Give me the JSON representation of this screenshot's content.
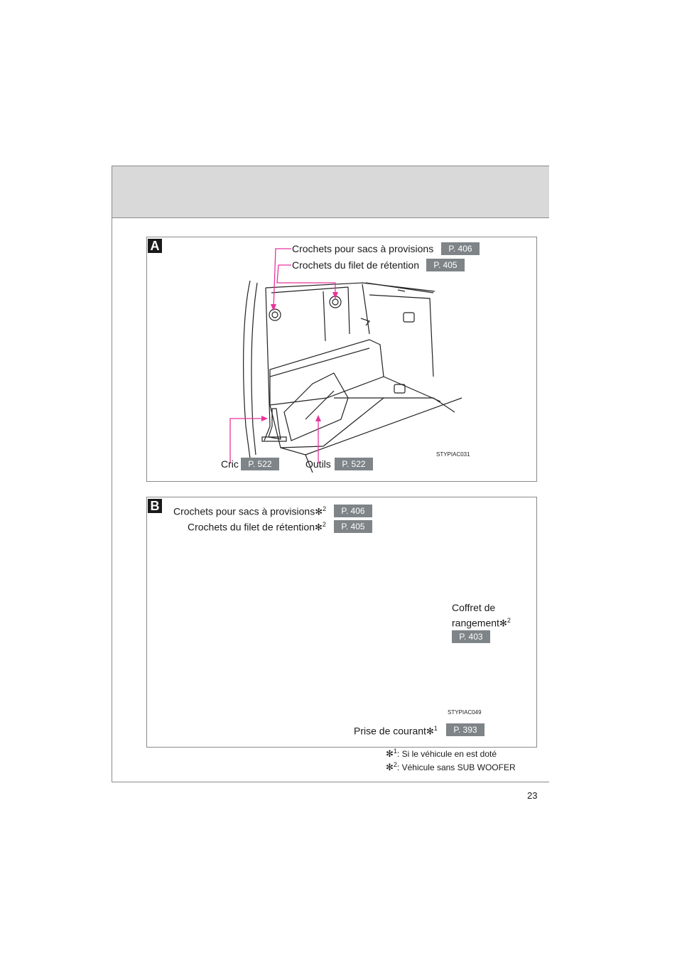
{
  "sectionA": {
    "badge": "A",
    "labels": {
      "provisions": "Crochets pour sacs à provisions",
      "provisions_ref": "P. 406",
      "net": "Crochets du filet de rétention",
      "net_ref": "P. 405",
      "cric": "Cric",
      "cric_ref": "P. 522",
      "outils": "Outils",
      "outils_ref": "P. 522"
    },
    "image_code": "STYPIAC031"
  },
  "sectionB": {
    "badge": "B",
    "labels": {
      "provisions": "Crochets pour sacs à provisions",
      "provisions_mark": "2",
      "provisions_ref": "P. 406",
      "net": "Crochets du filet de rétention",
      "net_mark": "2",
      "net_ref": "P. 405",
      "coffret_line1": "Coffret de",
      "coffret_line2": "rangement",
      "coffret_mark": "2",
      "coffret_ref": "P. 403",
      "prise": "Prise de courant",
      "prise_mark": "1",
      "prise_ref": "P. 393"
    },
    "image_code": "STYPIAC049"
  },
  "footnotes": [
    {
      "mark": "1",
      "text": ": Si le véhicule en est doté"
    },
    {
      "mark": "2",
      "text": ": Véhicule sans SUB WOOFER"
    }
  ],
  "page_number": "23",
  "colors": {
    "leader": "#e8359b",
    "ref_badge": "#7e8487",
    "band": "#d9d9d9"
  }
}
